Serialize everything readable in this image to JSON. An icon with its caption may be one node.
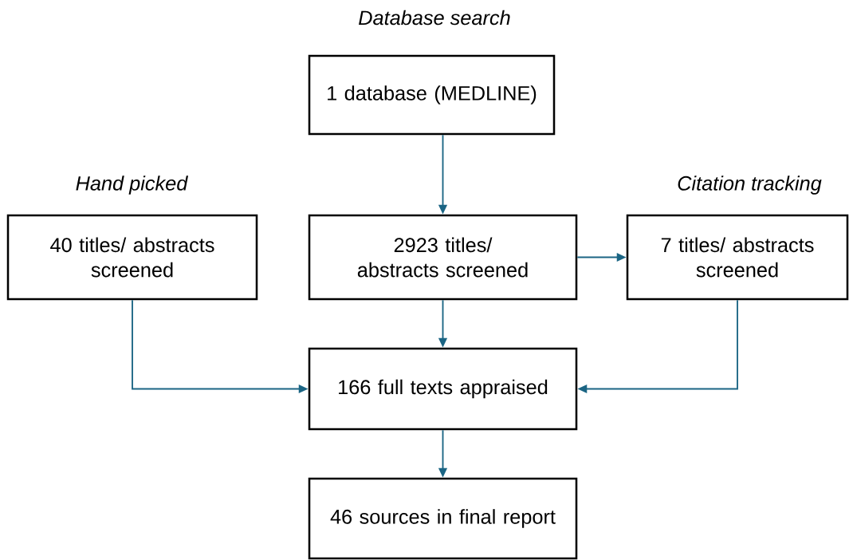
{
  "diagram": {
    "nodes": [
      {
        "text": [
          "Database search",
          "1 database (MEDLINE)"
        ]
      },
      {
        "text": [
          "Hand picked",
          "40 titles/ abstracts screened"
        ]
      },
      {
        "text": [
          "2923 titles/ abstracts screened"
        ]
      },
      {
        "text": [
          "Citation tracking",
          "7 titles/ abstracts screened"
        ]
      },
      {
        "text": [
          "166 full texts appraised"
        ]
      },
      {
        "text": [
          "46 sources in final report"
        ]
      }
    ],
    "edges": [
      {
        "from": 0,
        "to": 2,
        "arrow": "to"
      },
      {
        "from": 2,
        "to": 3,
        "arrow": "to"
      },
      {
        "from": 2,
        "to": 4,
        "arrow": "to"
      },
      {
        "from": 1,
        "to": 4,
        "arrow": "to"
      },
      {
        "from": 3,
        "to": 4,
        "arrow": "to"
      },
      {
        "from": 4,
        "to": 5,
        "arrow": "to"
      }
    ]
  }
}
